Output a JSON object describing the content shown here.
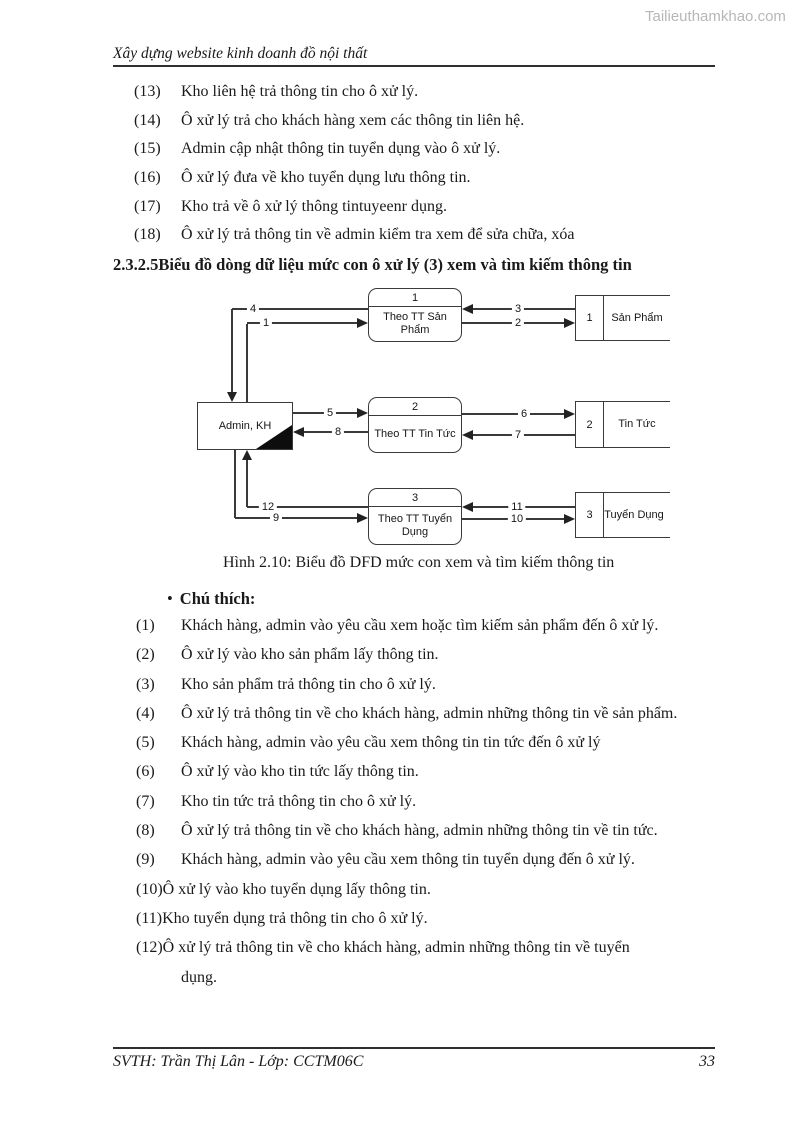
{
  "watermark": "Tailieuthamkhao.com",
  "header": {
    "title": "Xây dựng website kinh doanh đồ nội thất"
  },
  "list_upper": {
    "items": [
      {
        "num": "(13)",
        "text": "Kho liên hệ trả thông tin cho ô xử lý."
      },
      {
        "num": "(14)",
        "text": "Ô xử lý trả cho khách hàng xem các thông tin liên hệ."
      },
      {
        "num": "(15)",
        "text": "Admin cập nhật thông tin tuyển dụng vào ô xử lý."
      },
      {
        "num": "(16)",
        "text": "Ô xử lý đưa về kho tuyển dụng lưu thông tin."
      },
      {
        "num": "(17)",
        "text": "Kho trả về ô xử lý thông tintuyeenr dụng."
      },
      {
        "num": "(18)",
        "text": "Ô xử lý trả thông tin về admin kiểm tra xem để sửa chữa, xóa"
      }
    ]
  },
  "section_heading": "2.3.2.5Biểu đồ dòng dữ liệu mức con ô xử lý (3) xem và tìm kiếm thông tin",
  "diagram": {
    "entity": {
      "label": "Admin, KH"
    },
    "processes": [
      {
        "id": "1",
        "label": "Theo TT Sản Phẩm"
      },
      {
        "id": "2",
        "label": "Theo TT Tin Tức"
      },
      {
        "id": "3",
        "label": "Theo TT Tuyển Dụng"
      }
    ],
    "stores": [
      {
        "id": "1",
        "label": "Sản Phẩm"
      },
      {
        "id": "2",
        "label": "Tin Tức"
      },
      {
        "id": "3",
        "label": "Tuyển Dụng"
      }
    ],
    "flows": {
      "f1": "1",
      "f2": "2",
      "f3": "3",
      "f4": "4",
      "f5": "5",
      "f6": "6",
      "f7": "7",
      "f8": "8",
      "f9": "9",
      "f10": "10",
      "f11": "11",
      "f12": "12"
    },
    "caption": "Hình 2.10: Biểu đồ DFD mức con xem và tìm kiếm thông tin"
  },
  "notes": {
    "bullet": "•",
    "title": "Chú thích:",
    "items": [
      {
        "num": "(1)",
        "text": "Khách hàng, admin vào yêu cầu xem hoặc tìm kiếm sản phẩm đến ô xử lý."
      },
      {
        "num": "(2)",
        "text": "Ô xử lý vào kho sản phẩm lấy thông tin."
      },
      {
        "num": "(3)",
        "text": "Kho sản phẩm trả thông tin cho ô xử lý."
      },
      {
        "num": "(4)",
        "text": "Ô xử lý trả thông tin về cho khách hàng, admin những thông tin về sản phẩm."
      },
      {
        "num": "(5)",
        "text": "Khách hàng, admin vào yêu cầu xem thông tin tin tức đến ô xử lý"
      },
      {
        "num": "(6)",
        "text": "Ô xử lý vào kho tin tức lấy thông tin."
      },
      {
        "num": "(7)",
        "text": "Kho tin tức trả thông tin cho ô xử lý."
      },
      {
        "num": "(8)",
        "text": "Ô xử lý trả thông tin về cho khách hàng, admin những thông tin về tin tức."
      },
      {
        "num": "(9)",
        "text": "Khách hàng, admin vào yêu cầu xem thông tin tuyển dụng đến ô xử lý."
      },
      {
        "num": "(10)",
        "text": "Ô xử lý vào kho tuyển dụng lấy thông tin."
      },
      {
        "num": "(11)",
        "text": "Kho tuyển dụng trả thông tin cho ô xử lý."
      },
      {
        "num": "(12)",
        "text": "Ô xử lý trả thông tin về cho khách hàng, admin những thông tin về tuyển"
      },
      {
        "num": "",
        "text": "dụng."
      }
    ]
  },
  "footer": {
    "left": "SVTH: Trần Thị Lân - Lớp: CCTM06C",
    "page": "33"
  },
  "colors": {
    "text": "#1a1a1a",
    "diagram_line": "#3a3a3a",
    "watermark_gray": "#b7b7b7"
  }
}
